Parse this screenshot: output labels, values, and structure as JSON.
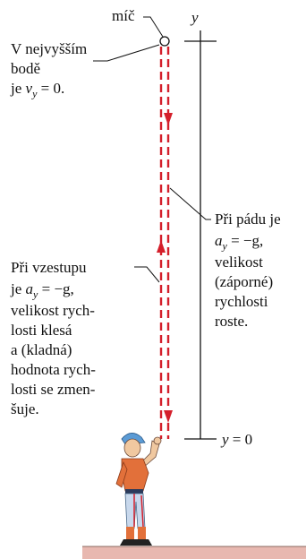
{
  "ball_label": "míč",
  "axis": {
    "name": "y",
    "zero_label_var": "y",
    "zero_label_rest": " = 0"
  },
  "top_note": {
    "line1": "V nejvyšším",
    "line2": "bodě",
    "line3_pre": "je ",
    "line3_var": "v",
    "line3_sub": "y",
    "line3_post": " = 0."
  },
  "fall_note": {
    "line1": "Při pádu je",
    "line2_var": "a",
    "line2_sub": "y",
    "line2_post": " = −g,",
    "lines": [
      "velikost",
      "(záporné)",
      "rychlosti",
      "roste."
    ]
  },
  "rise_note": {
    "line1": "Při vzestupu",
    "line2_pre": "je ",
    "line2_var": "a",
    "line2_sub": "y",
    "line2_post": " = −g,",
    "lines": [
      "velikost rych-",
      "losti klesá",
      "a (kladná)",
      "hodnota rych-",
      "losti se zmen-",
      "šuje."
    ]
  },
  "colors": {
    "arrow": "#d41f2b",
    "ground": "#e8b8b0",
    "shirt": "#e2703a",
    "cap": "#5b9bd5"
  }
}
